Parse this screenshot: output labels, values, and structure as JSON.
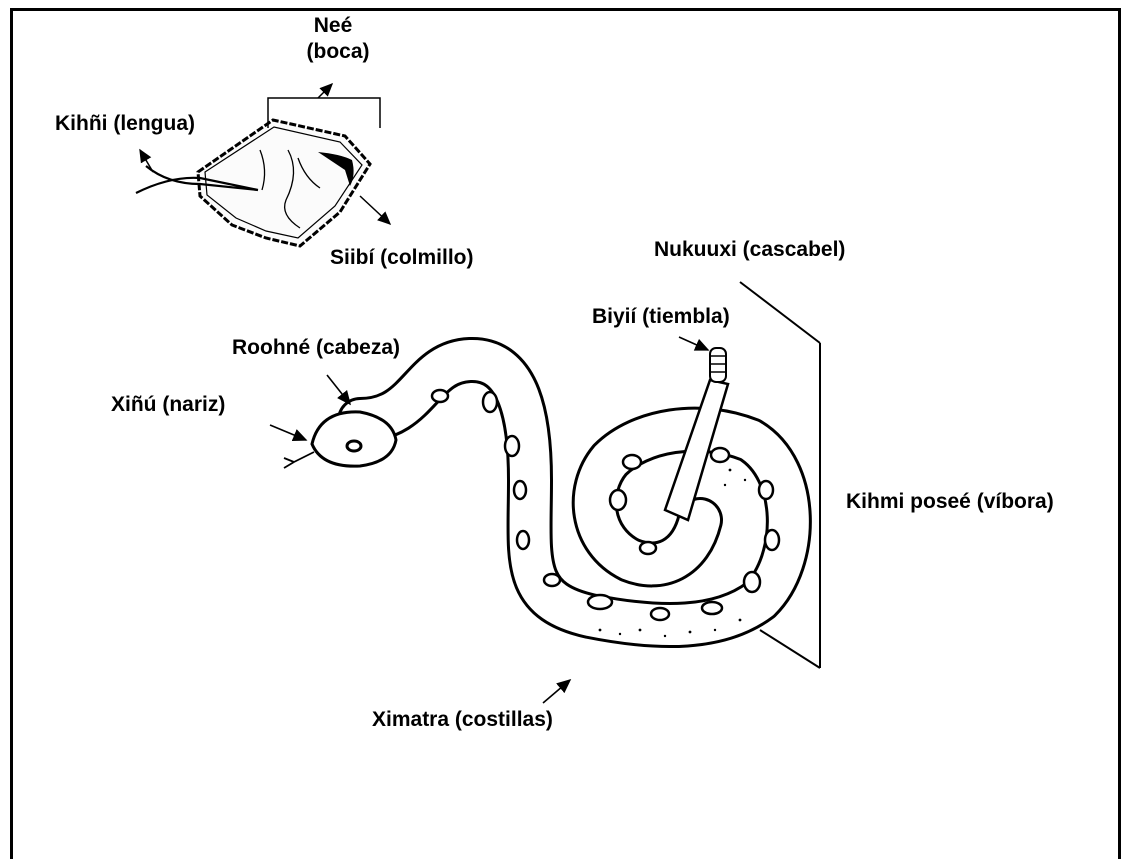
{
  "labels": {
    "mouth_1": "Neé",
    "mouth_2": "(boca)",
    "tongue": "Kihñi (lengua)",
    "fang": "Siibí (colmillo)",
    "rattle": "Nukuuxi (cascabel)",
    "tremble": "Biyií (tiembla)",
    "head": "Roohné (cabeza)",
    "nose": "Xiñú (nariz)",
    "viper": "Kihmi poseé (víbora)",
    "ribs": "Ximatra (costillas)"
  }
}
